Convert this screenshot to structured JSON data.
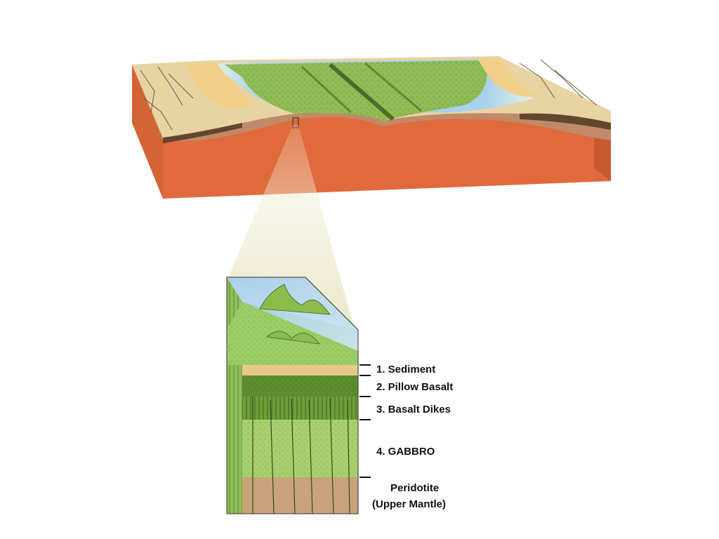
{
  "layers": [
    {
      "label": "1. Sediment"
    },
    {
      "label": "2. Pillow Basalt"
    },
    {
      "label": "3. Basalt Dikes"
    },
    {
      "label": "4. GABBRO"
    },
    {
      "label_line1": "Peridotite",
      "label_line2": "(Upper Mantle)"
    }
  ],
  "colors": {
    "ocean_crust": "#8dbb4c",
    "water": "#a9d3ee",
    "mantle": "#e06a3c",
    "continent_rock": "#c08a68",
    "sediment": "#e8c88a",
    "peridotite": "#c9a37a"
  }
}
